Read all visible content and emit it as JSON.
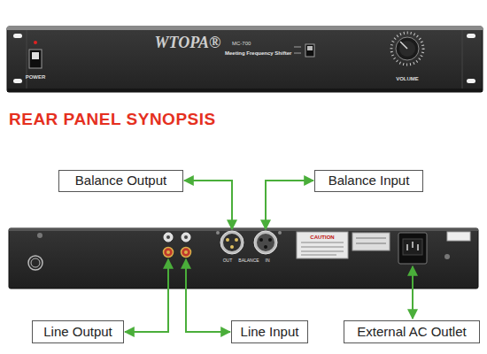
{
  "diagram": {
    "title": "REAR PANEL SYNOPSIS",
    "nodes": [
      {
        "text": [
          "Balance Output"
        ]
      },
      {
        "text": [
          "Balance Input"
        ]
      },
      {
        "text": [
          "Line Output"
        ]
      },
      {
        "text": [
          "Line Input"
        ]
      },
      {
        "text": [
          "External AC Outlet"
        ]
      }
    ],
    "labels": [
      "WTOPA®",
      "MC-700",
      "Meeting Frequency Shifter",
      "POWER",
      "VOLUME",
      "OUT",
      "BALANCE",
      "IN",
      "CAUTION"
    ]
  }
}
